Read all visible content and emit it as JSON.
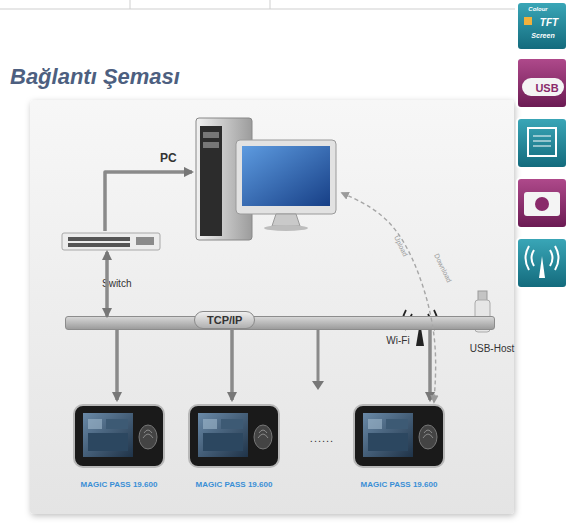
{
  "diagram": {
    "title": "Bağlantı Şeması",
    "nodes": [
      {
        "text": [
          "PC"
        ]
      },
      {
        "text": [
          "Switch"
        ]
      },
      {
        "text": [
          "TCP/IP"
        ]
      },
      {
        "text": [
          "MAGiC PASS 19.600"
        ]
      },
      {
        "text": [
          "MAGiC PASS 19.600"
        ]
      },
      {
        "text": [
          "MAGiC PASS 19.600"
        ]
      }
    ],
    "edges": [
      {
        "from": 1,
        "to": 0,
        "arrow": "to"
      },
      {
        "from": 1,
        "to": 2,
        "arrow": "both"
      },
      {
        "from": 2,
        "to": 3,
        "arrow": "to"
      },
      {
        "from": 2,
        "to": 4,
        "arrow": "to"
      },
      {
        "from": 2,
        "to": 5,
        "arrow": "to"
      },
      {
        "from": 0,
        "to": 5,
        "label": "Upload",
        "arrow": "both"
      }
    ],
    "labels": [
      "Download",
      "Wi-Fi",
      "USB-Host",
      "......",
      "Colour",
      "TFT",
      "Screen",
      "USB"
    ]
  }
}
